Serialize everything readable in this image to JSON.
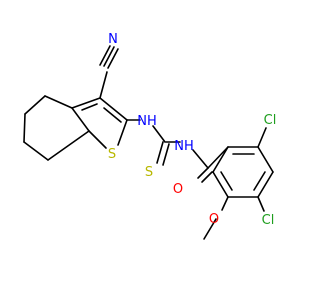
{
  "molecule": {
    "atoms": {
      "nitrile_n": "N",
      "nitrile_n_color": "#0000ff",
      "amine_nh_left": "NH",
      "amine_nh_left_color": "#0000ff",
      "thiophene_s": "S",
      "thiophene_s_color": "#b8b800",
      "thione_s": "S",
      "thione_s_color": "#b8b800",
      "amine_nh_right": "NH",
      "amine_nh_right_color": "#0000ff",
      "carbonyl_o": "O",
      "carbonyl_o_color": "#ff0000",
      "ether_o": "O",
      "ether_o_color": "#ff0000",
      "chlorine_top": "Cl",
      "chlorine_top_color": "#1e9e1e",
      "chlorine_bottom": "Cl",
      "chlorine_bottom_color": "#1e9e1e"
    },
    "bond_color": "#000000"
  }
}
